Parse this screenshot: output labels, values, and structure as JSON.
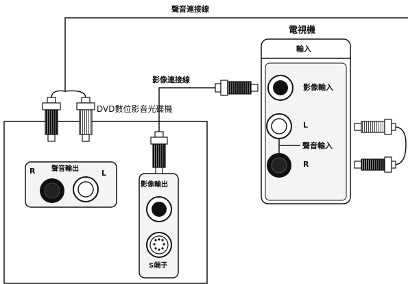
{
  "cable_labels": {
    "audio_cable": "聲音連接線",
    "video_cable": "影像連接線"
  },
  "tv": {
    "title": "電視機",
    "input_header": "輸入",
    "video_in": "影像輸入",
    "audio_l": "L",
    "audio_in": "聲音輸入",
    "audio_r": "R"
  },
  "dvd": {
    "title": "DVD數位影音光碟機",
    "audio_out": "聲音輸出",
    "audio_r": "R",
    "audio_l": "L",
    "video_out": "影像輸出",
    "s_terminal": "S端子"
  },
  "colors": {
    "line": "#111111",
    "panel_bg": "#f4f4f4",
    "port_dark": "#1a1a1a",
    "background": "#ffffff"
  }
}
